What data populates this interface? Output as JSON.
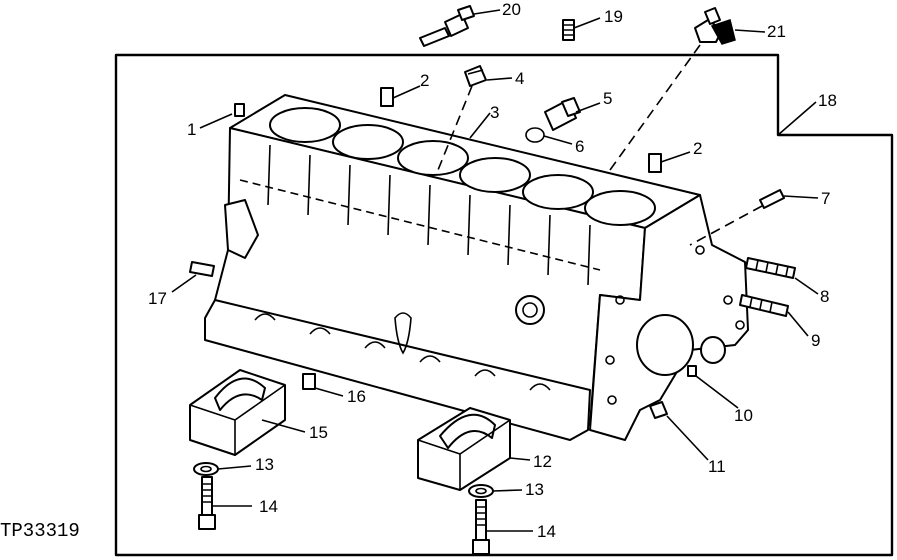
{
  "figure": {
    "reference_code": "TP33319",
    "callouts": [
      "1",
      "2",
      "3",
      "4",
      "5",
      "6",
      "2",
      "7",
      "8",
      "9",
      "10",
      "11",
      "12",
      "13",
      "14",
      "15",
      "16",
      "17",
      "18",
      "19",
      "20",
      "21",
      "13",
      "14"
    ]
  },
  "colors": {
    "ink": "#000000",
    "paper": "#ffffff"
  }
}
